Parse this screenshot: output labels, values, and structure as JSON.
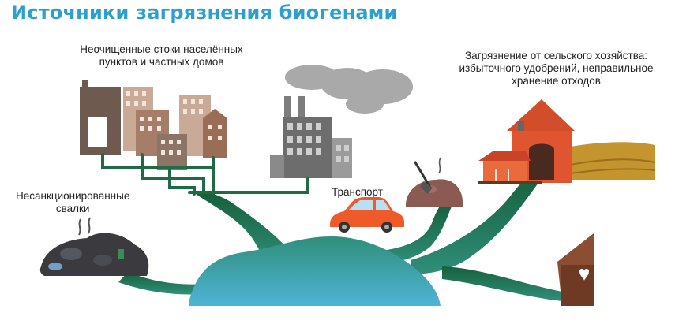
{
  "title": "Источники загрязнения биогенами",
  "labels": {
    "sewage_line1": "Неочищенные стоки населённых",
    "sewage_line2": "пунктов и частных домов",
    "landfill_line1": "Несанкционированные",
    "landfill_line2": "свалки",
    "transport": "Транспорт",
    "agri_line1": "Загрязнение от сельского хозяйства:",
    "agri_line2": "избыточного удобрений, неправильное",
    "agri_line3": "хранение отходов"
  },
  "colors": {
    "title": "#2a9fd0",
    "roots": "#1f6b44",
    "lake_top": "#2f8f7a",
    "lake_bottom": "#4fb3d6",
    "house": "#e0552f",
    "car": "#ef5a2a",
    "field": "#c4952f"
  },
  "icons": [
    "city-buildings-icon",
    "factory-icon",
    "landfill-icon",
    "car-icon",
    "manure-pile-icon",
    "farm-house-icon",
    "outhouse-icon",
    "smoke-cloud-icon"
  ]
}
